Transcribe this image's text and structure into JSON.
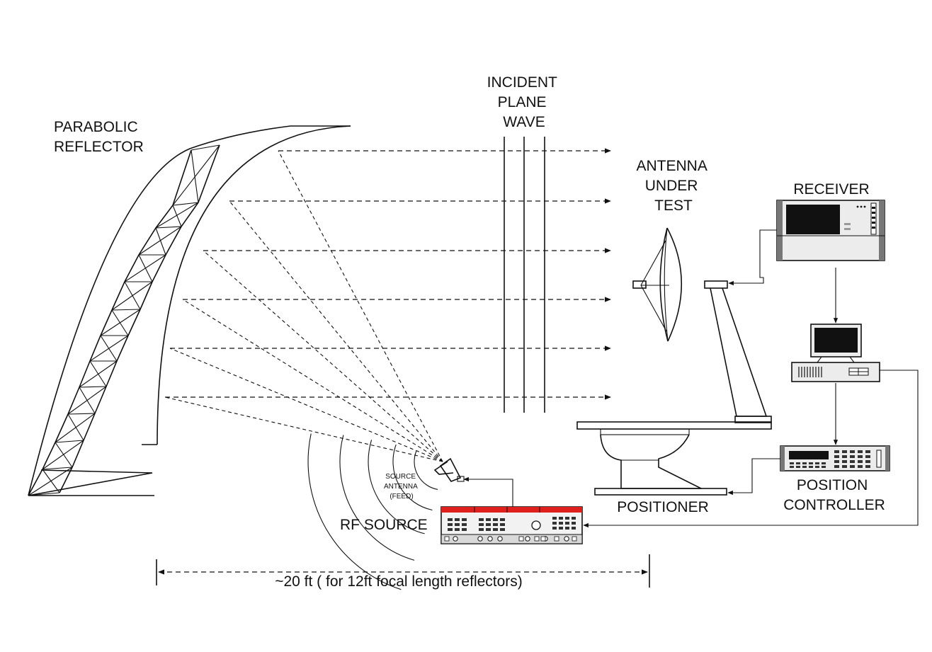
{
  "labels": {
    "parabolic_reflector": [
      "PARABOLIC",
      "REFLECTOR"
    ],
    "incident_plane_wave": [
      "INCIDENT",
      "PLANE",
      "WAVE"
    ],
    "antenna_under_test": [
      "ANTENNA",
      "UNDER",
      "TEST"
    ],
    "receiver": "RECEIVER",
    "source_antenna": [
      "SOURCE",
      "ANTENNA",
      "(FEED)"
    ],
    "rf_source": "RF SOURCE",
    "positioner": "POSITIONER",
    "position_controller": [
      "POSITION",
      "CONTROLLER"
    ],
    "distance": "~20 ft ( for 12ft focal length reflectors)"
  },
  "colors": {
    "line": "#111111",
    "rf_source_accent": "#e0201c",
    "equipment_screen": "#111111",
    "equipment_body": "#ececec"
  }
}
